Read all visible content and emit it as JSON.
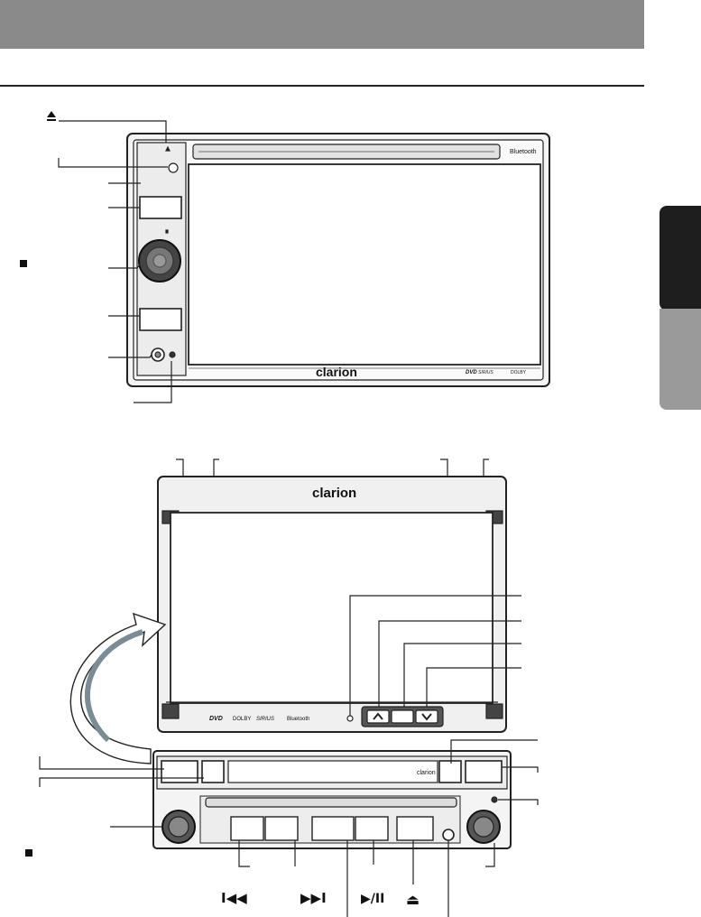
{
  "brand": {
    "logo_text": "clarion",
    "small_logo_text": "clarion",
    "bluetooth_text": "Bluetooth",
    "dvd_text": "DVD",
    "dolby_text": "DOLBY",
    "sirius_text": "SIRIUS"
  },
  "button_symbols": {
    "eject": "⏏",
    "stop": "■",
    "prev": "⏮",
    "next": "⏭",
    "play_pause": "▶/II",
    "up": "^",
    "down": "v"
  },
  "bottom_labels": {
    "prev": "I◀◀",
    "next": "▶▶I",
    "play_pause": "▶/II",
    "eject": "⏏"
  },
  "colors": {
    "header": "#8a8a8a",
    "tab_dark": "#1e1e1e",
    "tab_grey": "#9a9a9a",
    "arrow": "#5a6f78"
  }
}
